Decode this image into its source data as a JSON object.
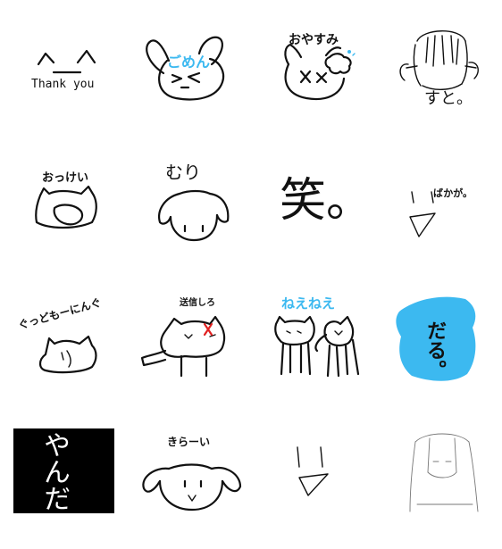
{
  "stickers": [
    {
      "text": "Thank you"
    },
    {
      "text": "ごめん"
    },
    {
      "text": "おやすみ"
    },
    {
      "text": "すと。"
    },
    {
      "text": "おっけい"
    },
    {
      "text": "むり"
    },
    {
      "text": "笑。"
    },
    {
      "text": "ばかが。"
    },
    {
      "text": "ぐっどもーにんぐ"
    },
    {
      "text": "送信しろ"
    },
    {
      "text": "ねえねえ"
    },
    {
      "text": "だる。"
    },
    {
      "text": "やんだ"
    },
    {
      "text": "きらーい"
    },
    {
      "text": ""
    },
    {
      "text": ""
    }
  ],
  "colors": {
    "accent": "#3cb9f0",
    "ink": "#111111",
    "anger": "#e02020",
    "black_bg": "#000000"
  }
}
